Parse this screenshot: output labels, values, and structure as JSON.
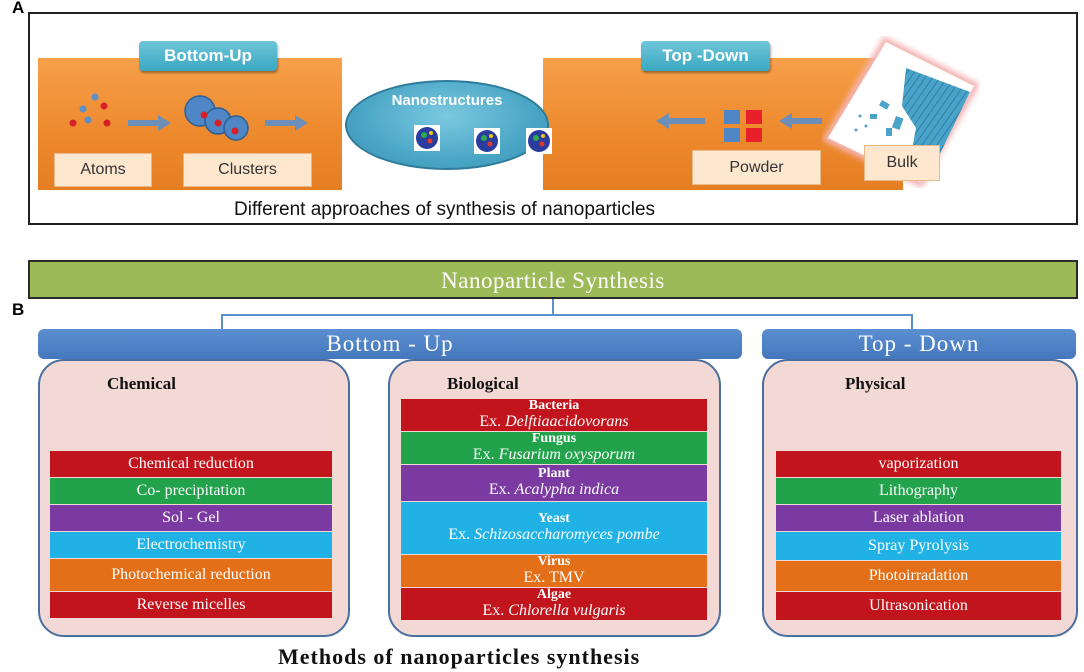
{
  "panel_a": {
    "letter": "A",
    "bottom_up_tab": "Bottom-Up",
    "top_down_tab": "Top -Down",
    "center_label": "Nanostructures",
    "labels": {
      "atoms": "Atoms",
      "clusters": "Clusters",
      "powder": "Powder",
      "bulk": "Bulk"
    },
    "caption": "Different approaches of synthesis of nanoparticles"
  },
  "panel_b": {
    "letter": "B",
    "title": "Nanoparticle Synthesis",
    "bottom_up": "Bottom - Up",
    "top_down": "Top -  Down",
    "chemical": {
      "title": "Chemical",
      "items": [
        "Chemical reduction",
        "Co- precipitation",
        "Sol - Gel",
        "Electrochemistry",
        "Photochemical reduction",
        "Reverse micelles"
      ]
    },
    "biological": {
      "title": "Biological",
      "items": [
        {
          "name": "Bacteria",
          "prefix": "Ex. ",
          "example": "Delftiaacidovorans"
        },
        {
          "name": "Fungus",
          "prefix": "Ex. ",
          "example": "Fusarium oxysporum"
        },
        {
          "name": "Plant",
          "prefix": "Ex. ",
          "example": "Acalypha indica"
        },
        {
          "name": "Yeast",
          "prefix": "Ex. ",
          "example": "Schizosaccharomyces pombe"
        },
        {
          "name": "Virus",
          "prefix": "Ex. TMV",
          "example": ""
        },
        {
          "name": "Algae",
          "prefix": "Ex. ",
          "example": "Chlorella vulgaris"
        }
      ]
    },
    "physical": {
      "title": "Physical",
      "items": [
        "vaporization",
        "Lithography",
        "Laser ablation",
        "Spray Pyrolysis",
        "Photoirradation",
        "Ultrasonication"
      ]
    },
    "footer": "Methods of nanoparticles synthesis"
  },
  "colors": {
    "red": "#c2141c",
    "green": "#21a24b",
    "purple": "#7a3aa1",
    "cyan": "#20b2e5",
    "orange": "#e36f18",
    "title_bar": "#9cba58",
    "header_bar": "#4577bd"
  }
}
